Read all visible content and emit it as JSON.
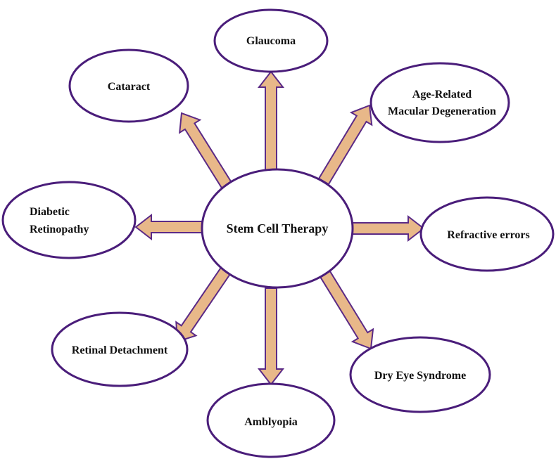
{
  "center": {
    "label": "Stem Cell Therapy"
  },
  "conditions": [
    {
      "id": "glaucoma",
      "lines": [
        "Glaucoma"
      ]
    },
    {
      "id": "amd",
      "lines": [
        "Age-Related",
        "Macular Degeneration"
      ]
    },
    {
      "id": "refractive",
      "lines": [
        "Refractive errors"
      ]
    },
    {
      "id": "dry-eye",
      "lines": [
        "Dry Eye Syndrome"
      ]
    },
    {
      "id": "amblyopia",
      "lines": [
        "Amblyopia"
      ]
    },
    {
      "id": "retinal-detachment",
      "lines": [
        "Retinal Detachment"
      ]
    },
    {
      "id": "diabetic-retinopathy",
      "lines": [
        "Diabetic",
        "Retinopathy"
      ]
    },
    {
      "id": "cataract",
      "lines": [
        "Cataract"
      ]
    }
  ],
  "colors": {
    "arrow_fill": "#e8b889",
    "arrow_stroke": "#5b2a86",
    "ellipse_stroke": "#4a1d7a",
    "background": "#ffffff"
  }
}
